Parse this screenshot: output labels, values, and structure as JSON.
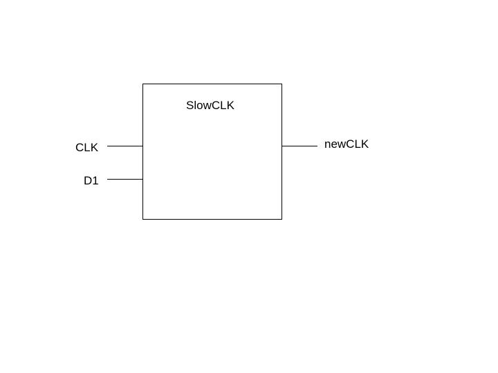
{
  "block": {
    "title": "SlowCLK"
  },
  "inputs": [
    {
      "label": "CLK"
    },
    {
      "label": "D1"
    }
  ],
  "outputs": [
    {
      "label": "newCLK"
    }
  ],
  "colors": {
    "stroke": "#000000",
    "background": "#ffffff"
  }
}
